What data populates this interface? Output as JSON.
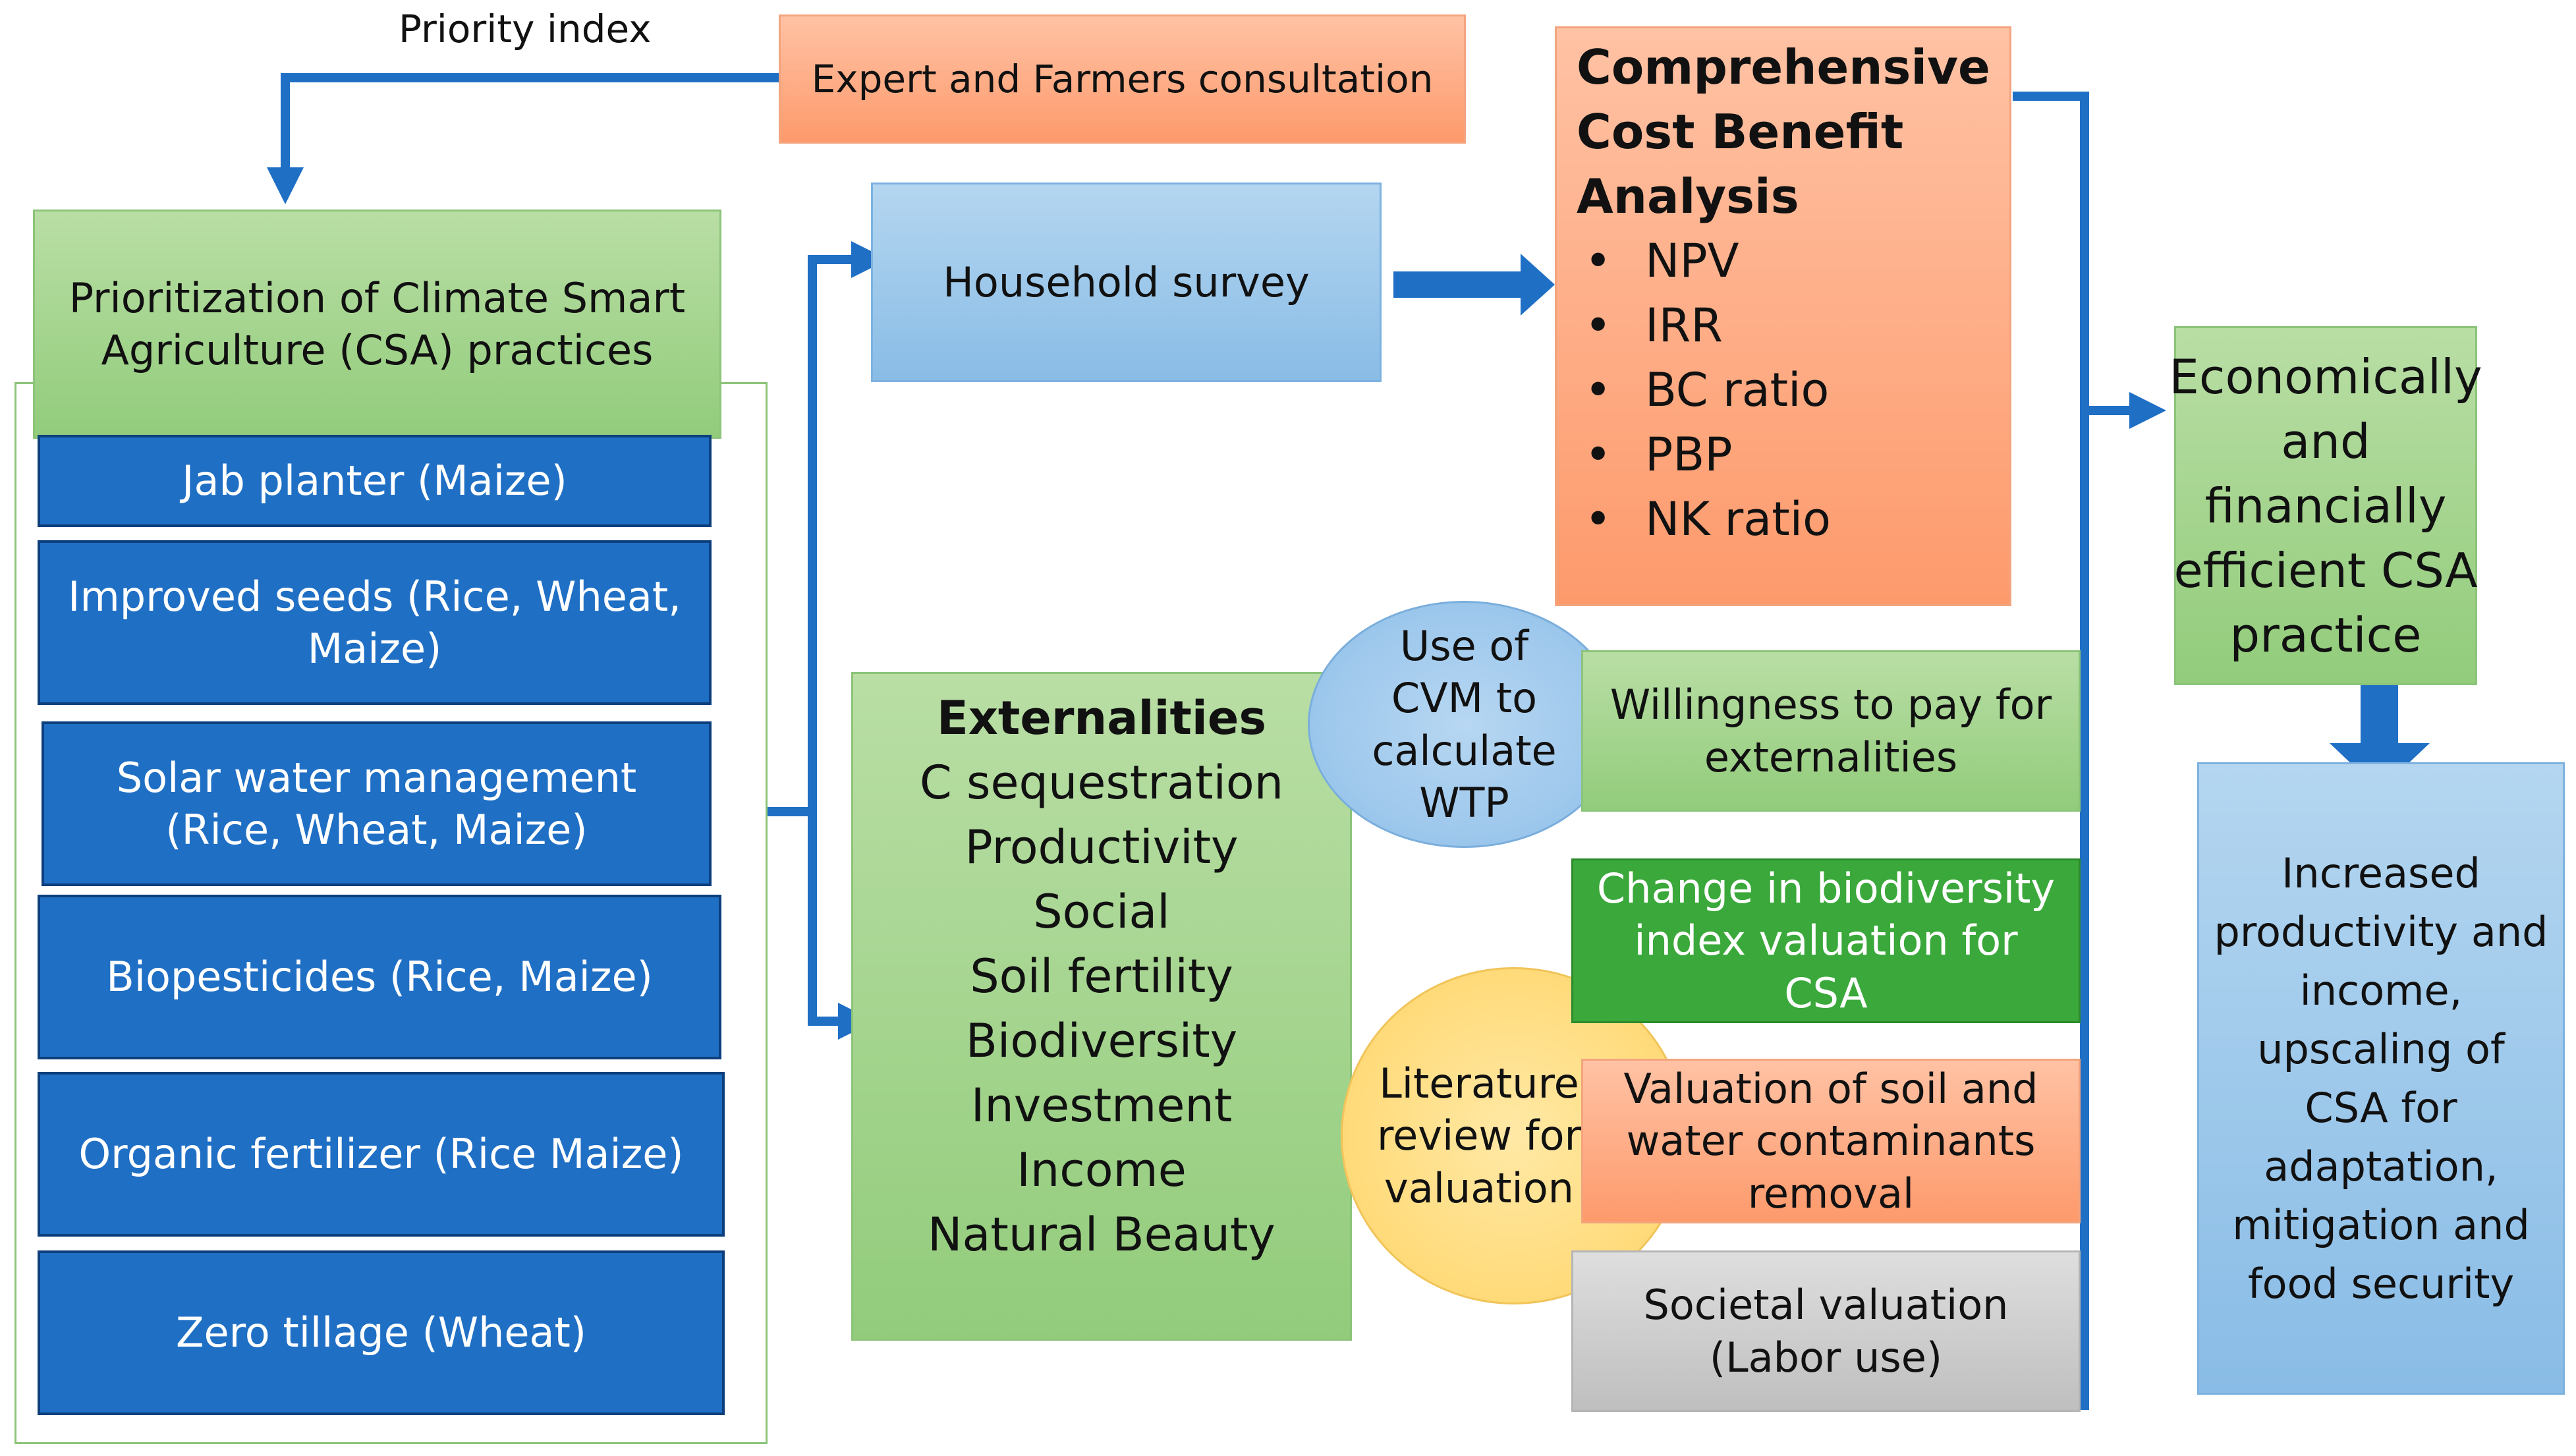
{
  "priority_label": "Priority index",
  "consultation": "Expert and Farmers consultation",
  "prioritization": "Prioritization of Climate Smart Agriculture (CSA) practices",
  "practices": [
    "Jab planter (Maize)",
    "Improved seeds (Rice, Wheat, Maize)",
    "Solar water management (Rice, Wheat, Maize)",
    "Biopesticides (Rice, Maize)",
    "Organic fertilizer (Rice Maize)",
    "Zero tillage (Wheat)"
  ],
  "household_survey": "Household survey",
  "cba": {
    "title_lines": [
      "Comprehensive",
      "Cost Benefit",
      "Analysis"
    ],
    "metrics": [
      "NPV",
      "IRR",
      "BC ratio",
      "PBP",
      "NK ratio"
    ]
  },
  "externalities": {
    "title": "Externalities",
    "items": [
      "C sequestration",
      "Productivity",
      "Social",
      "Soil fertility",
      "Biodiversity",
      "Investment",
      "Income",
      "Natural Beauty"
    ]
  },
  "cvm_lines": [
    "Use of",
    "CVM to",
    "calculate",
    "WTP"
  ],
  "wtp": "Willingness to pay for externalities",
  "biodiversity": "Change in biodiversity index valuation for CSA",
  "literature_lines": [
    "Literature",
    "review for",
    "valuation"
  ],
  "soil_water": "Valuation of soil and water contaminants removal",
  "societal": "Societal valuation (Labor use)",
  "economic": "Economically and financially efficient CSA practice",
  "outcome": "Increased productivity and income, upscaling of CSA for adaptation, mitigation and food security",
  "colors": {
    "arrow": "#1f6fc5",
    "green_box": "#a9d695",
    "orange_box": "#fda77e",
    "light_blue_box": "#9dc8ea",
    "dark_blue_box": "#1f6fc5",
    "gray_box": "#d0d0d0",
    "yellow_ellipse": "#ffd76e",
    "blue_ellipse": "#9dc6ea",
    "bright_green_box": "#3aa83a"
  }
}
